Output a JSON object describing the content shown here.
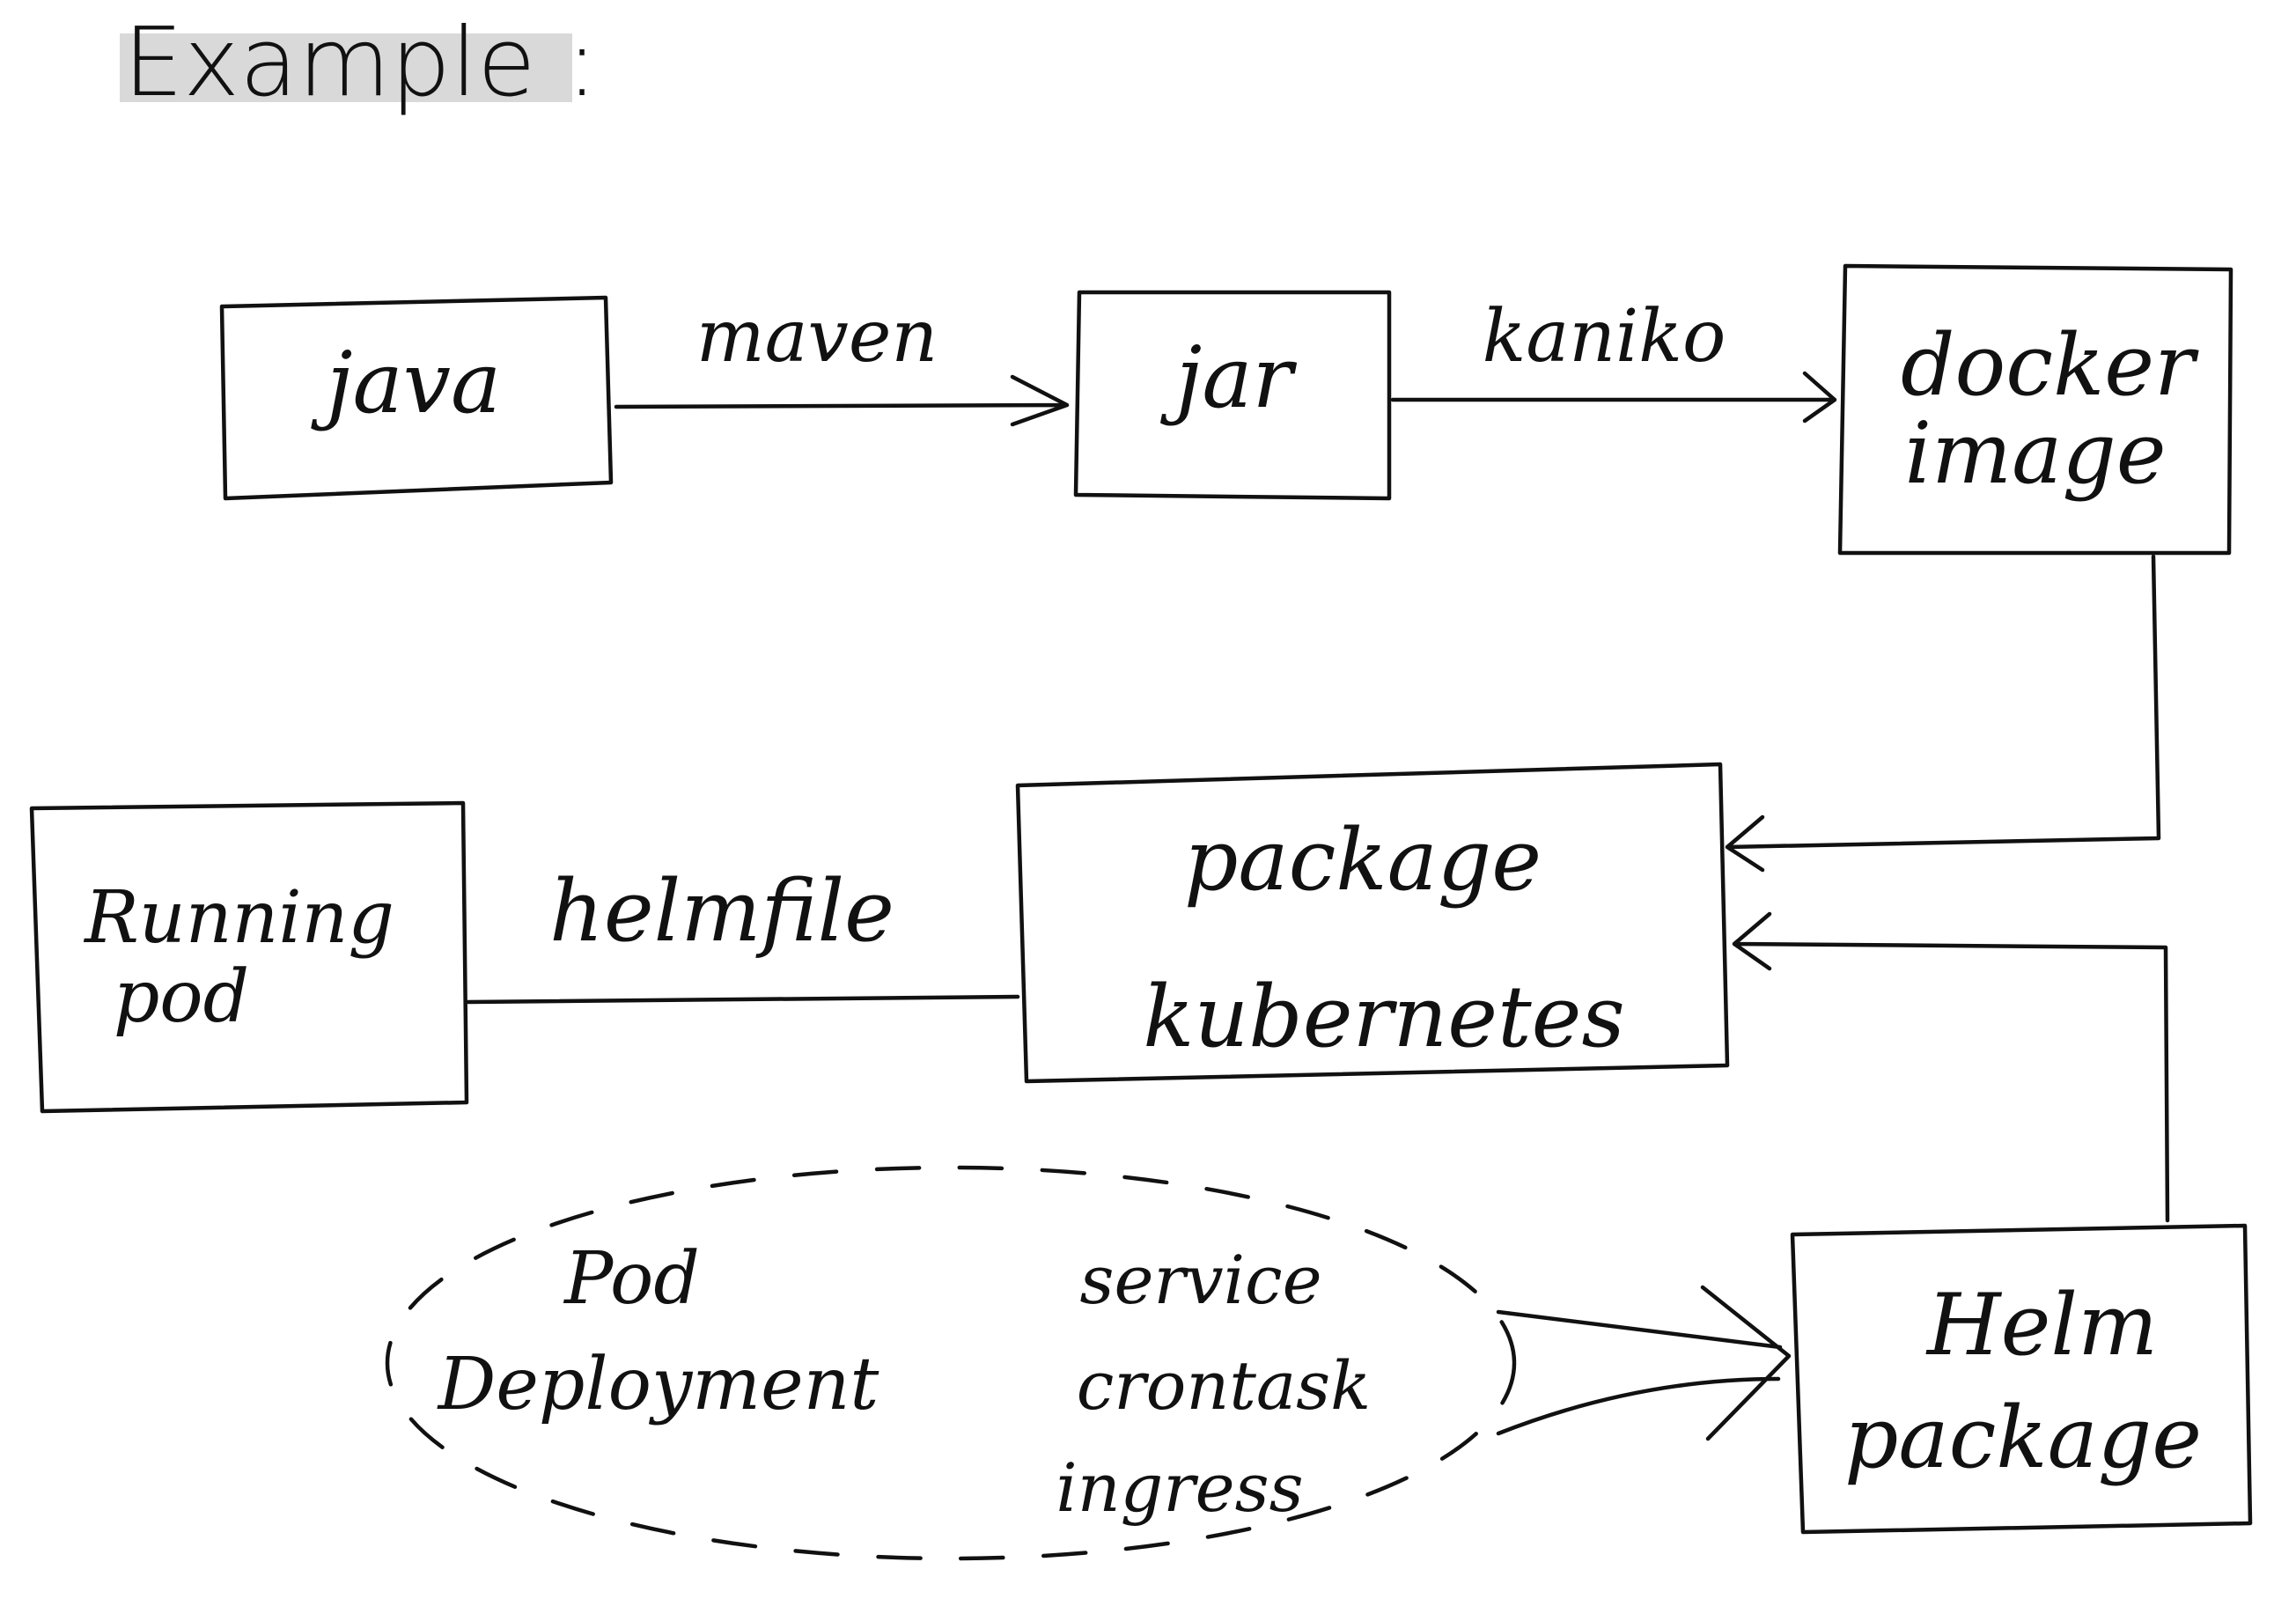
{
  "title": "Example :",
  "nodes": {
    "java": "java",
    "jar": "jar",
    "docker_line1": "docker",
    "docker_line2": "image",
    "k8s_line1": "package",
    "k8s_line2": "kubernetes",
    "pod_line1": "Running",
    "pod_line2": "pod",
    "helm_line1": "Helm",
    "helm_line2": "package"
  },
  "edges": {
    "maven": "maven",
    "kaniko": "kaniko",
    "helmfile": "helmfile"
  },
  "resources": {
    "pod": "Pod",
    "deployment": "Deployment",
    "service": "service",
    "crontask": "crontask",
    "ingress": "ingress"
  },
  "colors": {
    "ink": "#111111",
    "title_highlight": "#d9d9d9",
    "background": "#ffffff"
  }
}
